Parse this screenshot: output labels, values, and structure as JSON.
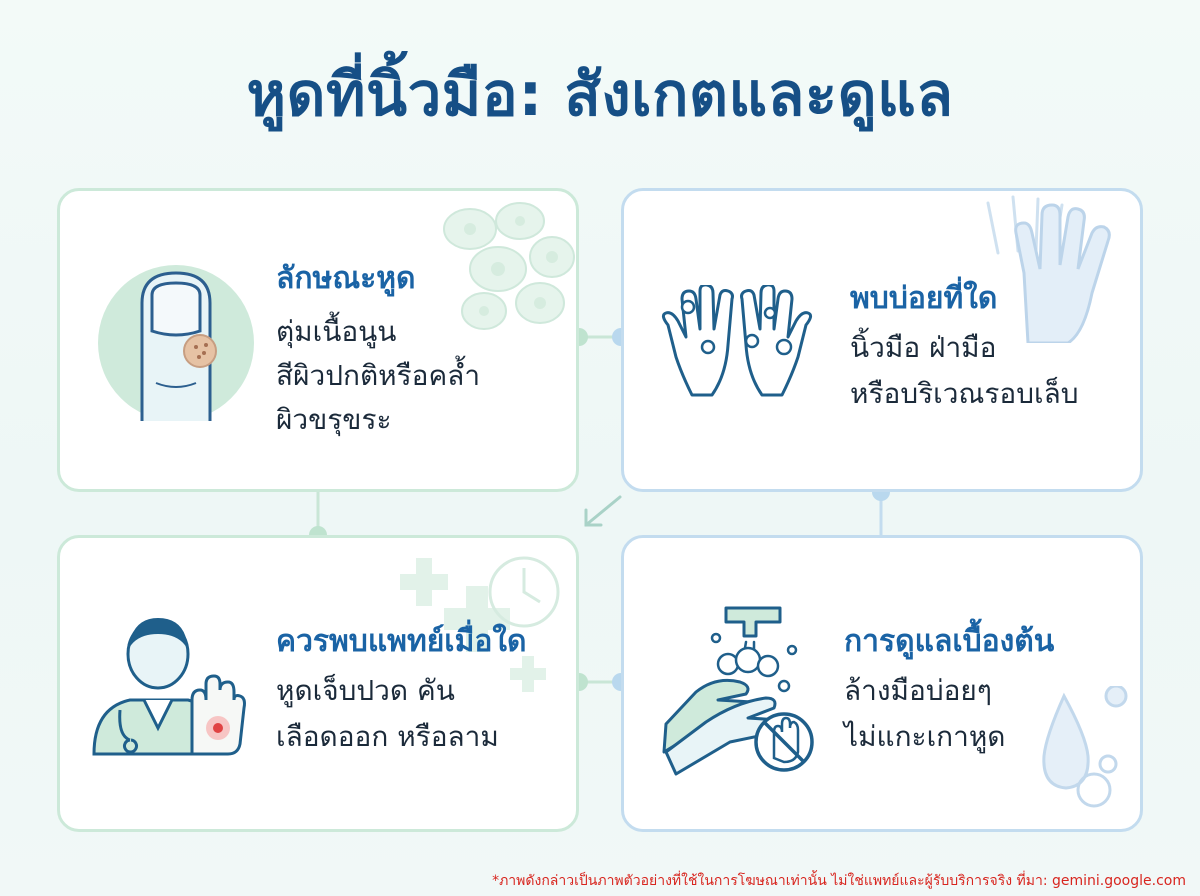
{
  "title": "หูดที่นิ้วมือ: สังเกตและดูแล",
  "cards": [
    {
      "title": "ลักษณะหูด",
      "lines": [
        "ตุ่มเนื้อนูน",
        "สีผิวปกติหรือคล้ำ",
        "ผิวขรุขระ"
      ],
      "icon": "finger-wart-icon"
    },
    {
      "title": "พบบ่อยที่ใด",
      "lines": [
        "นิ้วมือ ฝ่ามือ",
        "หรือบริเวณรอบเล็บ"
      ],
      "icon": "hands-icon"
    },
    {
      "title": "ควรพบแพทย์เมื่อใด",
      "lines": [
        "หูดเจ็บปวด คัน",
        "เลือดออก หรือลาม"
      ],
      "icon": "doctor-icon"
    },
    {
      "title": "การดูแลเบื้องต้น",
      "lines": [
        "ล้างมือบ่อยๆ",
        "ไม่แกะเกาหูด"
      ],
      "icon": "handwashing-icon"
    }
  ],
  "colors": {
    "title": "#164f86",
    "card_title": "#1a63a5",
    "green_accent": "#bfe3cf",
    "blue_accent": "#b9d8ee",
    "disclaimer": "#d8261f"
  },
  "disclaimer": "*ภาพดังกล่าวเป็นภาพตัวอย่างที่ใช้ในการโฆษณาเท่านั้น ไม่ใช่แพทย์และผู้รับบริการจริง ที่มา: gemini.google.com"
}
